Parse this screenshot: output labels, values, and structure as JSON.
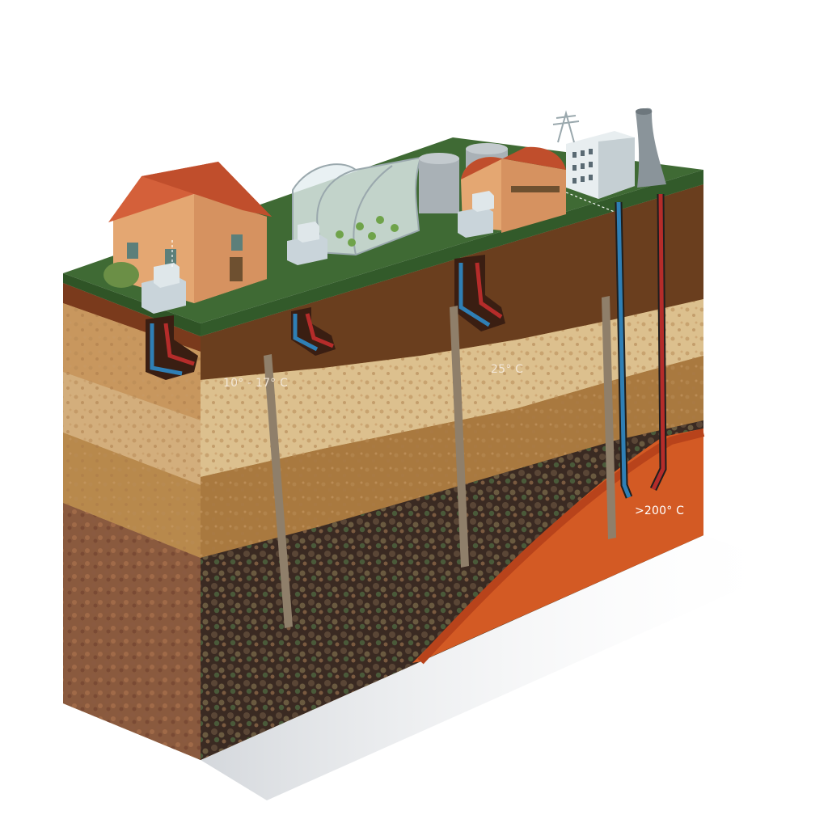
{
  "diagram": {
    "labels": {
      "shallow_temp": "10° - 17° C",
      "mid_temp": "25° C",
      "deep_temp": ">200° C"
    },
    "colors": {
      "grass_top": "#3f6a34",
      "topsoil": "#7a3a1c",
      "light_soil": "#c9a170",
      "sand": "#dcc08e",
      "mid_soil": "#a9793f",
      "deep_rock": "#3a2a22",
      "magma": "#d35a24",
      "cold_pipe": "#2f7fb5",
      "hot_pipe": "#b52c2a",
      "well_shaft": "#8f7f6a",
      "label_light": "#f2e6d6"
    },
    "icons": [
      "house-icon",
      "greenhouse-icon",
      "storage-tank-icon",
      "barn-icon",
      "power-plant-icon",
      "transmission-tower-icon",
      "cooling-tower-icon",
      "heat-pump-unit-icon"
    ]
  }
}
